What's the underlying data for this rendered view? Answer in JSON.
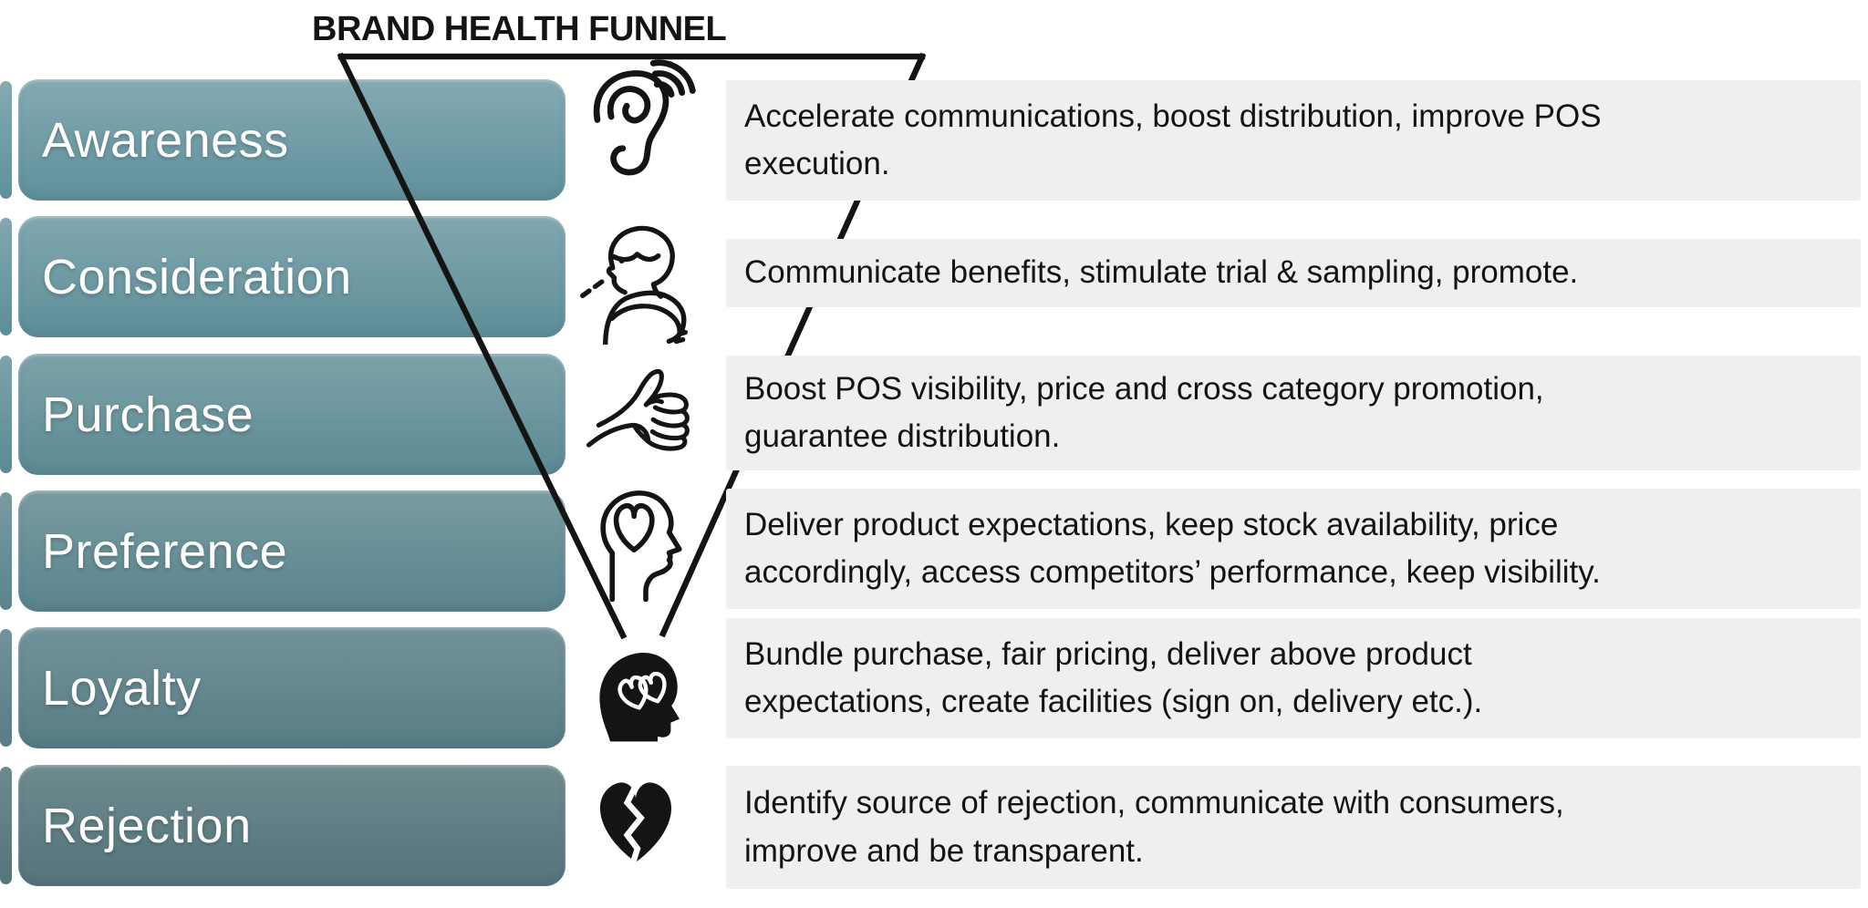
{
  "title": "BRAND HEALTH FUNNEL",
  "colors": {
    "funnel_line": "#141414",
    "action_box_bg": "#efefef",
    "stage_label_text": "#ffffff",
    "action_text": "#141414",
    "icon_ink": "#141414",
    "icon_detail": "#ffffff"
  },
  "rows": [
    {
      "stage": "Awareness",
      "icon": "ear-listening-icon",
      "action": "Accelerate communications, boost distribution, improve POS\nexecution.",
      "bar_top": "#84aab2",
      "bar_bottom": "#5f909b"
    },
    {
      "stage": "Consideration",
      "icon": "considering-person-icon",
      "action": "Communicate benefits, stimulate trial & sampling, promote.",
      "bar_top": "#81a7af",
      "bar_bottom": "#5e8e98"
    },
    {
      "stage": "Purchase",
      "icon": "thumbs-up-icon",
      "action": "Boost POS visibility, price and cross category promotion,\nguarantee distribution.",
      "bar_top": "#7da2a9",
      "bar_bottom": "#5c8a93"
    },
    {
      "stage": "Preference",
      "icon": "heart-in-head-icon",
      "action": "Deliver product expectations, keep stock availability, price\naccordingly, access competitors’ performance, keep visibility.",
      "bar_top": "#789ba1",
      "bar_bottom": "#5a848d"
    },
    {
      "stage": "Loyalty",
      "icon": "loyal-mind-icon",
      "action": "Bundle purchase, fair pricing, deliver above product\nexpectations, create facilities (sign on, delivery etc.).",
      "bar_top": "#739299",
      "bar_bottom": "#577d85"
    },
    {
      "stage": "Rejection",
      "icon": "broken-heart-icon",
      "action": "Identify source of rejection, communicate with consumers,\nimprove and be transparent.",
      "bar_top": "#6d898e",
      "bar_bottom": "#54757b"
    }
  ]
}
